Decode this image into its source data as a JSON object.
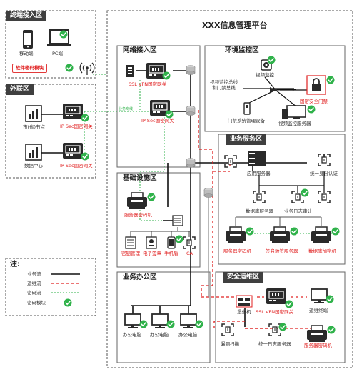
{
  "platform_title": "XXX信息管理平台",
  "terminal_zone": {
    "title": "终端接入区",
    "devices": [
      "移动端",
      "PC端"
    ],
    "module_badge": "软件密码模块"
  },
  "external_zone": {
    "title": "外联区",
    "nodes": [
      "市(省)节点",
      "数据中心"
    ],
    "gateways": [
      "IP Sec国密网关",
      "IP Sec国密网关"
    ]
  },
  "network_zone": {
    "title": "网络接入区",
    "gateways": [
      "SSL VPN国密网关",
      "IP Sec国密网关"
    ],
    "link_label": "业务专线"
  },
  "env_zone": {
    "title": "环境监控区",
    "labels": [
      "视频监控总线\n和门禁总线",
      "视频监控",
      "国密安全门禁",
      "门禁系统管理设备",
      "视频监控服务器"
    ]
  },
  "service_zone": {
    "title": "业务服务区",
    "labels": [
      "应用服务器",
      "统一身份认证",
      "数据库服务器",
      "业务日志审计",
      "服务器密码机",
      "签名验签服务器",
      "数据库加密机"
    ]
  },
  "infra_zone": {
    "title": "基础设施区",
    "labels": [
      "服务器密码机",
      "密钥管理",
      "电子签章",
      "手机盾",
      "CA"
    ]
  },
  "office_zone": {
    "title": "业务办公区",
    "labels": [
      "办公电脑",
      "办公电脑",
      "办公电脑"
    ]
  },
  "ops_zone": {
    "title": "安全运维区",
    "labels": [
      "堡垒机",
      "SSL VPN国密网关",
      "运维终端",
      "漏洞扫描",
      "统一日志服务器",
      "服务器密码机"
    ]
  },
  "legend": {
    "title": "注:",
    "items": [
      "业务流",
      "运维流",
      "密码流",
      "密码模块"
    ]
  },
  "colors": {
    "dark": "#3f3f3f",
    "green": "#2fb24a",
    "red": "#e02020",
    "grey_line": "#9a9a9a"
  }
}
